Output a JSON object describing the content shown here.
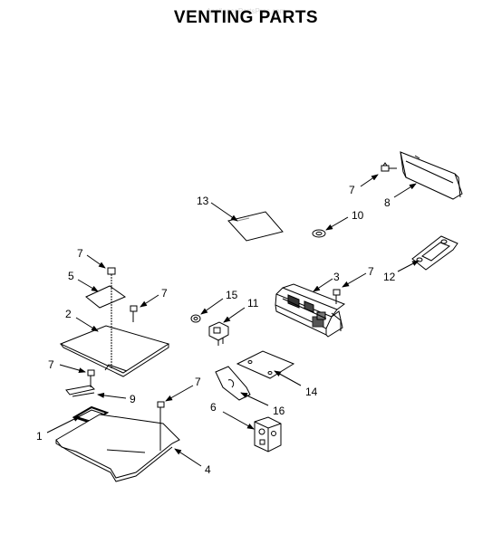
{
  "watermark": "AppliancePartsPros.com",
  "title": "VENTING PARTS",
  "callouts": {
    "c1": "1",
    "c2": "2",
    "c3": "3",
    "c4": "4",
    "c5": "5",
    "c6": "6",
    "c7a": "7",
    "c7b": "7",
    "c7c": "7",
    "c7d": "7",
    "c7e": "7",
    "c7f": "7",
    "c8": "8",
    "c9": "9",
    "c10": "10",
    "c11": "11",
    "c12": "12",
    "c13": "13",
    "c14": "14",
    "c15": "15",
    "c16": "16"
  }
}
